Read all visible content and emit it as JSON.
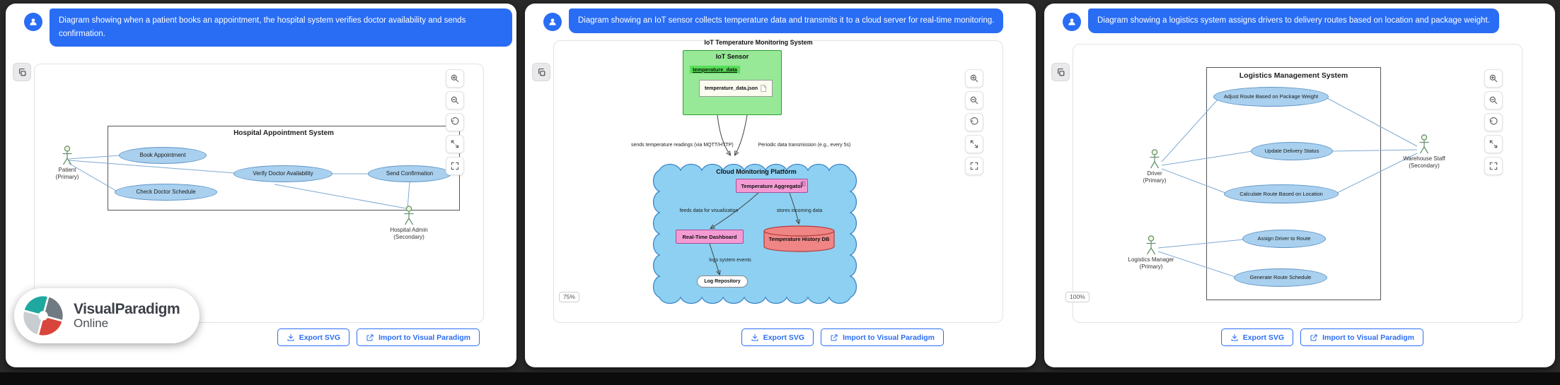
{
  "page": {
    "background": "#292929"
  },
  "colors": {
    "accent_blue": "#2a6df5",
    "usecase_fill": "#a9d0ee",
    "usecase_border": "#6096c8",
    "sensor_green": "#97e897",
    "cloud_blue": "#8dd0f2",
    "component_pink": "#f49bd4",
    "database_red": "#ef8585"
  },
  "icons": {
    "avatar": "user-icon",
    "copy": "copy-icon",
    "zoom_in": "magnifier-plus-icon",
    "zoom_out": "magnifier-minus-icon",
    "reset": "rotate-ccw-icon",
    "expand": "diagonal-arrows-icon",
    "fullscreen": "corner-brackets-icon",
    "export": "download-icon",
    "import": "external-link-icon",
    "actor": "stick-figure-icon",
    "file": "document-icon",
    "component": "uml-component-icon"
  },
  "cards": [
    {
      "message": "Diagram showing when a patient books an appointment, the hospital system verifies doctor availability and sends confirmation.",
      "export_label": "Export SVG",
      "import_label": "Import to Visual Paradigm",
      "diagram": {
        "title": "Hospital Appointment System",
        "usecases": [
          "Book Appointment",
          "Check Doctor Schedule",
          "Verify Doctor Availability",
          "Send Confirmation"
        ],
        "actors": [
          {
            "name": "Patient",
            "role": "(Primary)"
          },
          {
            "name": "Hospital Admin",
            "role": "(Secondary)"
          }
        ]
      },
      "watermark": {
        "brand": "VisualParadigm",
        "product": "Online"
      }
    },
    {
      "message": "Diagram showing an IoT sensor collects temperature data and transmits it to a cloud server for real-time monitoring.",
      "zoom_level": "75%",
      "export_label": "Export SVG",
      "import_label": "Import to Visual Paradigm",
      "diagram": {
        "title": "IoT Temperature Monitoring System",
        "sensor_title": "IoT Sensor",
        "artifact_label": "temperature_data",
        "file_label": "temperature_data.json",
        "edge_send": "sends temperature readings (via MQTT/HTTP)",
        "edge_periodic": "Periodic data transmission (e.g., every 5s)",
        "cloud_title": "Cloud Monitoring Platform",
        "aggregator": "Temperature Aggregator",
        "edge_feeds": "feeds data for visualization",
        "edge_stores": "stores incoming data",
        "dashboard": "Real-Time Dashboard",
        "db": "Temperature History DB",
        "edge_logs": "logs system events",
        "log_repo": "Log Repository"
      }
    },
    {
      "message": "Diagram showing a logistics system assigns drivers to delivery routes based on location and package weight.",
      "zoom_level": "100%",
      "export_label": "Export SVG",
      "import_label": "Import to Visual Paradigm",
      "diagram": {
        "title": "Logistics Management System",
        "usecases": [
          "Adjust Route Based on Package Weight",
          "Update Delivery Status",
          "Calculate Route Based on Location",
          "Assign Driver to Route",
          "Generate Route Schedule"
        ],
        "actors": [
          {
            "name": "Driver",
            "role": "(Primary)"
          },
          {
            "name": "Logistics Manager",
            "role": "(Primary)"
          },
          {
            "name": "Warehouse Staff",
            "role": "(Secondary)"
          }
        ]
      }
    }
  ]
}
